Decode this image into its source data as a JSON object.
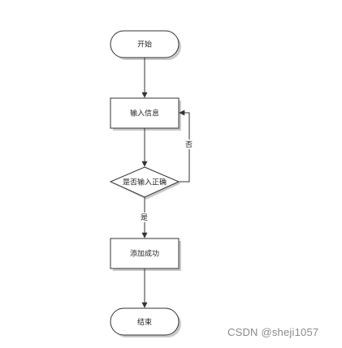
{
  "nodes": {
    "start": "开始",
    "input": "输入信息",
    "decision": "是否输入正确",
    "add": "添加成功",
    "end": "结束"
  },
  "edges": {
    "no_label": "否",
    "yes_label": "是"
  },
  "watermark": "CSDN @sheji1057",
  "colors": {
    "stroke": "#333333",
    "shadow": "#c9c9c9",
    "background": "#ffffff"
  }
}
